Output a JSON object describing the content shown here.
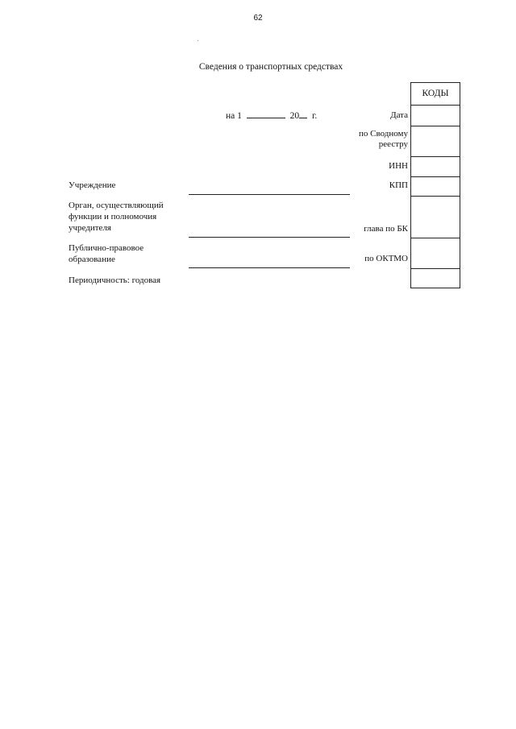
{
  "page_number": "62",
  "title": "Сведения о транспортных средствах",
  "date_line": {
    "prefix": "на 1",
    "year_prefix": "20",
    "suffix": "г."
  },
  "codes": {
    "header": "КОДЫ",
    "rows": [
      {
        "label": "Дата",
        "value": ""
      },
      {
        "label": "по Сводному реестру",
        "value": ""
      },
      {
        "label": "ИНН",
        "value": ""
      },
      {
        "label": "КПП",
        "value": ""
      },
      {
        "label": "глава по БК",
        "value": ""
      },
      {
        "label": "по ОКТМО",
        "value": ""
      },
      {
        "label": "",
        "value": ""
      }
    ]
  },
  "fields": {
    "institution": "Учреждение",
    "founder_line1": "Орган, осуществляющий",
    "founder_line2": "функции и полномочия",
    "founder_line3": "учредителя",
    "public_entity_line1": "Публично-правовое",
    "public_entity_line2": "образование",
    "periodicity": "Периодичность: годовая"
  }
}
